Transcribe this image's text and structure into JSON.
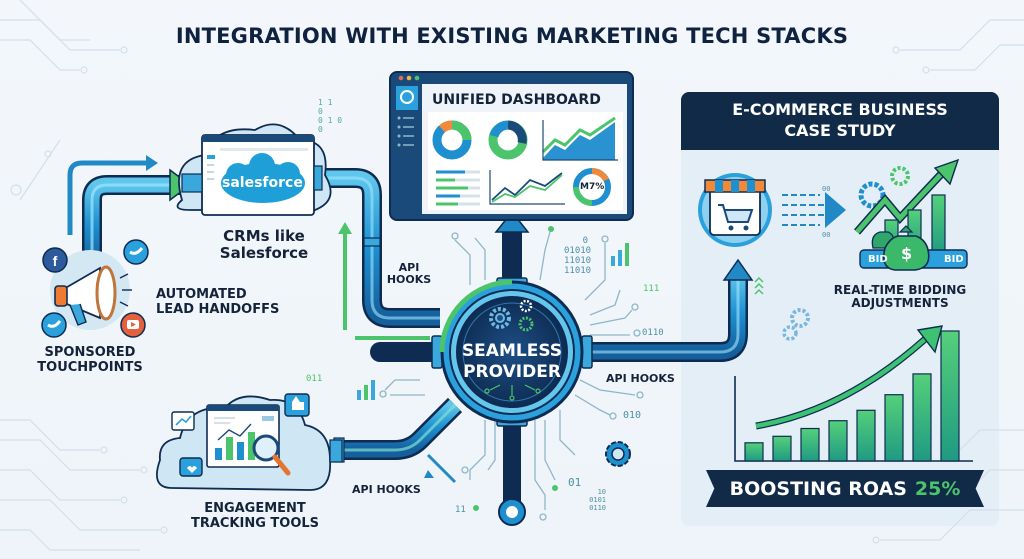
{
  "title": "INTEGRATION WITH EXISTING MARKETING TECH STACKS",
  "hub": {
    "line1": "SEAMLESS",
    "line2": "PROVIDER",
    "icon": "gears-icon"
  },
  "dashboard": {
    "title": "UNIFIED DASHBOARD",
    "gauge_label": "M7%",
    "widgets": [
      "donut-chart-icon",
      "donut-chart-icon",
      "area-chart-icon",
      "progress-bars-icon",
      "line-chart-icon",
      "gauge-icon"
    ]
  },
  "crm": {
    "logo_text": "salesforce",
    "label_line1": "CRMs like",
    "label_line2": "Salesforce"
  },
  "lead": {
    "label_line1": "AUTOMATED",
    "label_line2": "LEAD HANDOFFS"
  },
  "touchpoints": {
    "label_line1": "SPONSORED",
    "label_line2": "TOUCHPOINTS",
    "social_icons": [
      "facebook-icon",
      "twitter-icon",
      "twitter-icon",
      "youtube-icon"
    ]
  },
  "engagement": {
    "label_line1": "ENGAGEMENT",
    "label_line2": "TRACKING TOOLS"
  },
  "api_hooks": {
    "top_left": [
      "API",
      "HOOKS"
    ],
    "right": "API HOOKS",
    "bottom": "API HOOKS"
  },
  "case_study": {
    "header_line1": "E-COMMERCE BUSINESS",
    "header_line2": "CASE STUDY",
    "bid_label": "BID",
    "bid_label_2": "BID",
    "dollar": "$",
    "bidding_line1": "REAL-TIME BIDDING",
    "bidding_line2": "ADJUSTMENTS",
    "roas_text": "BOOSTING ROAS",
    "roas_value": "25%",
    "growth_bars_relative": [
      0.14,
      0.19,
      0.25,
      0.31,
      0.39,
      0.51,
      0.67,
      1.0
    ]
  },
  "binary_snippets": {
    "top_center": [
      "0",
      "01010",
      "11010",
      "11010"
    ],
    "right_111": "111",
    "right_0110": "0110",
    "right_010": "010",
    "bottom_01": "01",
    "bottom_stack": [
      "10",
      "0101",
      "0110"
    ],
    "bottom_11": "11",
    "left_011": "011",
    "crm_bits": [
      "1 1",
      "0",
      "0 1 0",
      "0"
    ],
    "shop_top": "00",
    "shop_bottom": "00"
  }
}
